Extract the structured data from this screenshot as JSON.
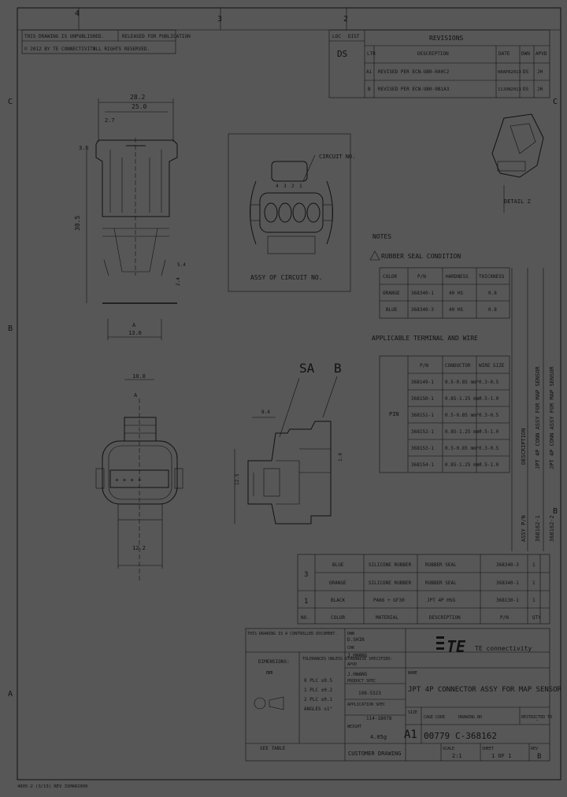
{
  "zones": {
    "top": [
      "4",
      "3",
      "2"
    ],
    "left": [
      "C",
      "B",
      "A"
    ],
    "right": [
      "C",
      "B"
    ]
  },
  "notice": {
    "line1": "THIS DRAWING IS UNPUBLISHED.",
    "line2": "RELEASED FOR PUBLICATION",
    "line3": "ALL RIGHTS RESERVED.",
    "line4": "© 2012 BY TE CONNECTIVITY"
  },
  "revisions": {
    "loc_label": "LOC",
    "dist_label": "DIST",
    "loc": "DS",
    "title": "REVISIONS",
    "cols": [
      "LTR",
      "DESCRIPTION",
      "DATE",
      "DWN",
      "APVD"
    ],
    "rows": [
      {
        "ltr": "A1",
        "desc": "REVISED PER ECN-UB0-0A0C2",
        "date": "08APR2013",
        "dwn": "DS",
        "apvd": "JH"
      },
      {
        "ltr": "B",
        "desc": "REVISED PER ECN-UB0-0B1A3",
        "date": "11JUN2013",
        "dwn": "DS",
        "apvd": "JH"
      }
    ]
  },
  "dims": {
    "d_top1": "28.2",
    "d_top2": "25.0",
    "d_small": "2.7",
    "d_side": "3.6",
    "d_height": "30.5",
    "d_b": "5.4",
    "d_c": "2.4",
    "d_width_bot": "13.0",
    "d_front_top": "10.0",
    "d_front_w": "12.2",
    "d_ref1": "8.4",
    "d_ref2": "12.5",
    "d_left": "1.9"
  },
  "views": {
    "circuit_label": "CIRCUIT NO.",
    "circuit_nums": [
      "4",
      "3",
      "2",
      "1"
    ],
    "assy_label": "ASSY OF CIRCUIT NO.",
    "detail": "DETAIL Z",
    "section_a": "SA",
    "section_b": "B"
  },
  "notes": {
    "heading": "NOTES",
    "note1": "RUBBER SEAL CONDITION",
    "seal_cols": [
      "COLOR",
      "P/N",
      "HARDNESS",
      "THICKNESS"
    ],
    "seal_rows": [
      [
        "ORANGE",
        "368340-1",
        "40 HS",
        "0.8"
      ],
      [
        "BLUE",
        "368340-3",
        "40 HS",
        "0.8"
      ]
    ],
    "note2": "APPLICABLE TERMINAL AND WIRE",
    "wire_cols": [
      "P/N",
      "CONDUCTOR",
      "WIRE SIZE"
    ],
    "wire_label": "PIN",
    "wire_rows": [
      [
        "368149-1",
        "0.5-0.85 mm²",
        "0.3-0.5"
      ],
      [
        "368150-1",
        "0.85-1.25 mm²",
        "0.5-1.0"
      ],
      [
        "368151-1",
        "0.5-0.85 mm²",
        "0.3-0.5"
      ],
      [
        "368152-1",
        "0.85-1.25 mm²",
        "0.5-1.0"
      ],
      [
        "368153-1",
        "0.5-0.85 mm²",
        "0.3-0.5"
      ],
      [
        "368154-1",
        "0.85-1.25 mm²",
        "0.5-1.0"
      ]
    ]
  },
  "side_text": {
    "description": "DESCRIPTION",
    "line1": "JPT 4P CONN ASSY FOR MAP SENSOR",
    "line2": "JPT 4P CONN ASSY FOR MAP SENSOR",
    "assy": "ASSY P/N",
    "pn1": "368162-1",
    "pn2": "368162-2"
  },
  "bom": {
    "cols": [
      "NO.",
      "COLOR",
      "MATERIAL",
      "DESCRIPTION",
      "P/N",
      "QTY"
    ],
    "rows": [
      {
        "no": "3",
        "color": "BLUE",
        "material": "SILICONE RUBBER",
        "desc": "RUBBER SEAL",
        "pn": "368340-3",
        "qty": "1"
      },
      {
        "no": "",
        "color": "ORANGE",
        "material": "SILICONE RUBBER",
        "desc": "RUBBER SEAL",
        "pn": "368340-1",
        "qty": "1"
      },
      {
        "no": "1",
        "color": "BLACK",
        "material": "PA66 + GF30",
        "desc": "JPT 4P HSG",
        "pn": "368130-1",
        "qty": "1"
      }
    ]
  },
  "title_block": {
    "terms": "THIS DRAWING IS A CONTROLLED DOCUMENT.",
    "dim_label": "DIMENSIONS:",
    "dim_unit": "mm",
    "tol_label": "TOLERANCES UNLESS OTHERWISE SPECIFIED:",
    "tol_rows": [
      "0 PLC ±0.5",
      "1 PLC ±0.2",
      "2 PLC ±0.1",
      "ANGLES ±1°"
    ],
    "dwn_label": "DWN",
    "dwn": "D.SHIN",
    "chk_label": "CHK",
    "chk": "J.HWANG",
    "apvd_label": "APVD",
    "apvd": "J.HWANG",
    "product_spec_label": "PRODUCT SPEC",
    "product_spec": "108-5323",
    "app_spec_label": "APPLICATION SPEC",
    "app_spec": "114-18078",
    "weight_label": "WEIGHT",
    "weight": "4.05g",
    "customer_label": "CUSTOMER DRAWING",
    "brand": "TE",
    "brand_text": "TE connectivity",
    "name_label": "NAME",
    "name": "JPT 4P CONNECTOR ASSY FOR MAP SENSOR",
    "size_label": "SIZE",
    "size": "A1",
    "cage_label": "CAGE CODE",
    "cage": "00779",
    "drawing_no_label": "DRAWING NO",
    "drawing_no": "C-368162",
    "restricted_label": "RESTRICTED TO",
    "restricted": "-",
    "scale_label": "SCALE",
    "scale": "2:1",
    "sheet_label": "SHEET",
    "sheet": "1 OF 1",
    "rev_label": "REV",
    "rev": "B",
    "projection_label": "SEE TABLE"
  },
  "footer": "4805-2 (3/13) REV 31MAR2000"
}
